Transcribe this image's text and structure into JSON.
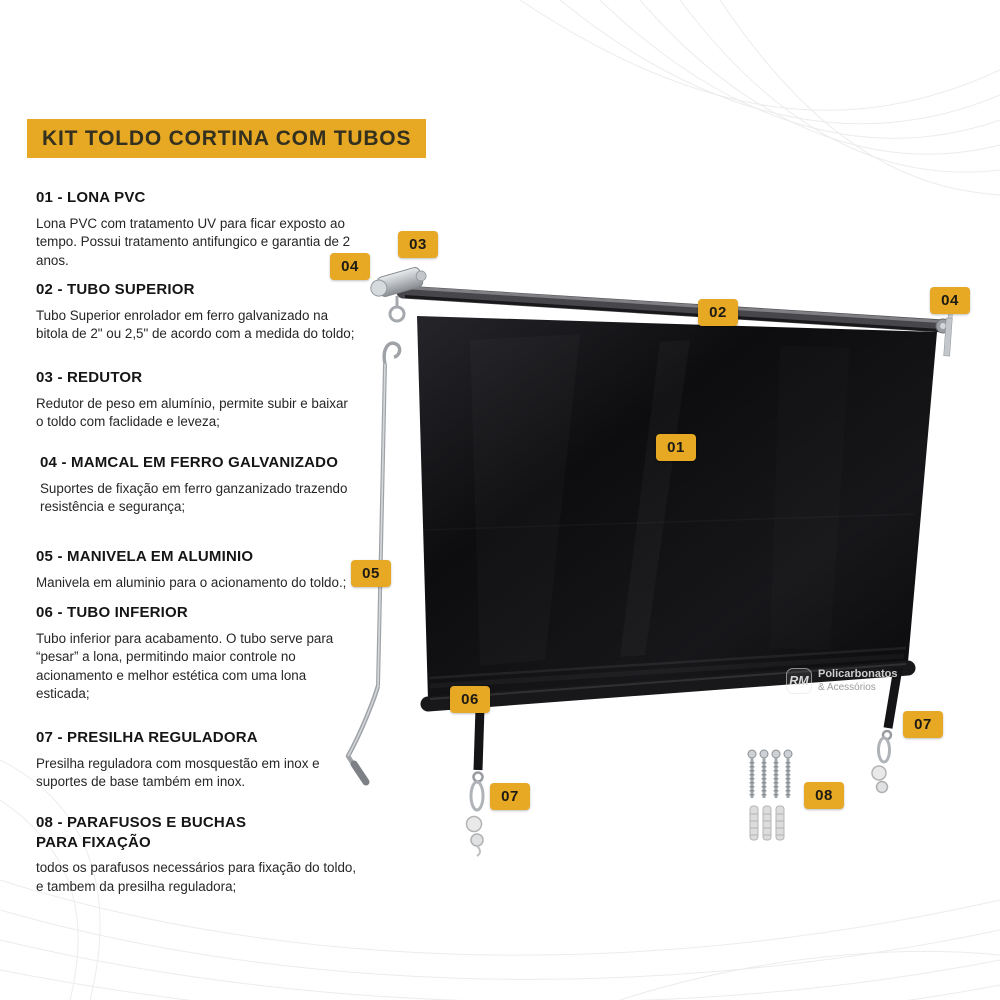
{
  "title": "KIT TOLDO CORTINA COM TUBOS",
  "colors": {
    "accent_yellow": "#E7A824",
    "badge_text": "#1B1A14",
    "heading_text": "#151515",
    "body_text": "#262626",
    "tarp_black": "#0D0D0F"
  },
  "sections": [
    {
      "heading": "01 - LONA PVC",
      "body": "Lona PVC com tratamento UV para ficar exposto ao tempo. Possui tratamento antifungico e garantia de 2 anos."
    },
    {
      "heading": "02 - TUBO SUPERIOR",
      "body": "Tubo Superior enrolador em ferro galvanizado na bitola de 2\" ou 2,5\" de acordo com a medida do toldo;"
    },
    {
      "heading": "03 - REDUTOR",
      "body": "Redutor de peso em alumínio, permite subir e baixar o toldo com faclidade e leveza;"
    },
    {
      "heading": "04 - MAMCAL  EM FERRO GALVANIZADO",
      "body": "Suportes de fixação em ferro ganzanizado trazendo resistência e segurança;"
    },
    {
      "heading": "05 - MANIVELA EM ALUMINIO",
      "body": "Manivela em aluminio para o acionamento do toldo.;"
    },
    {
      "heading": "06 - TUBO INFERIOR",
      "body": "Tubo inferior para acabamento. O tubo serve para “pesar” a lona, permitindo maior controle no acionamento e melhor estética com uma lona esticada;"
    },
    {
      "heading": "07 - PRESILHA REGULADORA",
      "body": "Presilha reguladora com mosquestão em inox e suportes de base também em inox."
    },
    {
      "heading": "08 - PARAFUSOS E BUCHAS PARA FIXAÇÃO",
      "body": "todos os parafusos necessários para fixação do toldo, e tambem da presilha reguladora;"
    }
  ],
  "diagram": {
    "badges": [
      {
        "label": "03"
      },
      {
        "label": "04"
      },
      {
        "label": "02"
      },
      {
        "label": "04"
      },
      {
        "label": "01"
      },
      {
        "label": "05"
      },
      {
        "label": "06"
      },
      {
        "label": "07"
      },
      {
        "label": "08"
      },
      {
        "label": "07"
      }
    ],
    "watermark": {
      "logo": "RM",
      "line1": "Policarbonatos",
      "line2": "& Acessórios"
    }
  }
}
